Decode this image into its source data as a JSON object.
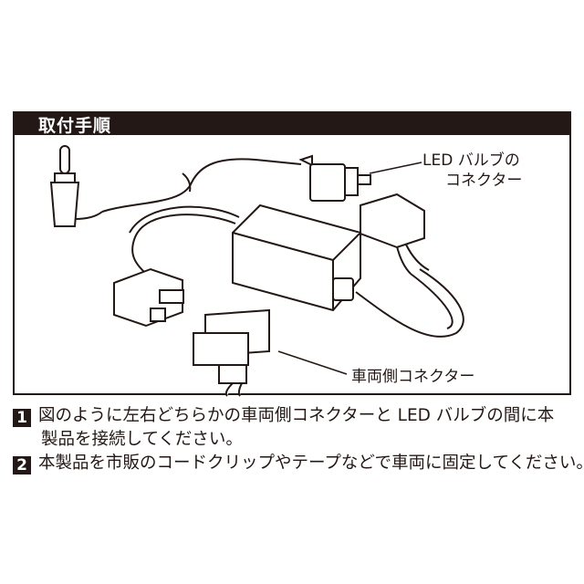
{
  "header": {
    "title": "取付手順"
  },
  "diagram": {
    "label_led_connector_line1": "LED バルブの",
    "label_led_connector_line2": "コネクター",
    "label_vehicle_connector": "車両側コネクター"
  },
  "steps": [
    {
      "number": "1",
      "line1": "図のように左右どちらかの車両側コネクターと LED バルブの間に本",
      "line2": "製品を接続してください。"
    },
    {
      "number": "2",
      "line1": "本製品を市販のコードクリップやテープなどで車両に固定してください。"
    }
  ]
}
